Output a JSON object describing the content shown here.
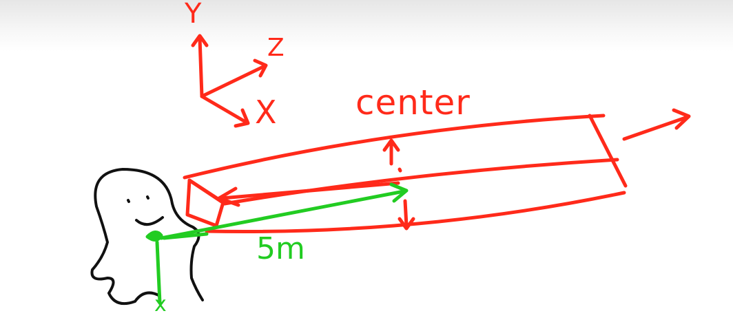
{
  "colors": {
    "red": "#ff2a1a",
    "green": "#22cc22",
    "black": "#111111",
    "background": "#ffffff"
  },
  "axes": {
    "y_label": "Y",
    "z_label": "Z",
    "x_label": "X"
  },
  "labels": {
    "center": "center",
    "distance": "5m",
    "eye_axis": "x"
  },
  "icons": [
    "stick-figure-icon"
  ]
}
